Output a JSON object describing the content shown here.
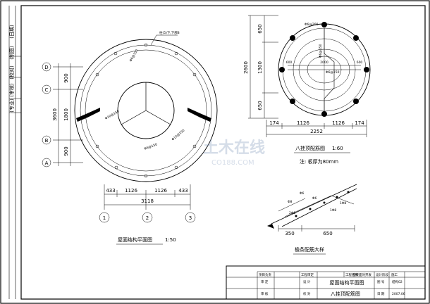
{
  "side_strip": [
    "(日期)",
    "(制图)",
    "(校对)",
    "(审核)",
    "(专业)"
  ],
  "plan": {
    "title": "屋面结构平面图",
    "scale": "1:50",
    "axes_row": [
      "D",
      "C",
      "B",
      "A"
    ],
    "axes_col": [
      "1",
      "2",
      "3"
    ],
    "left_dims": [
      "900",
      "1800",
      "3600",
      "900"
    ],
    "bottom_dims": [
      "433",
      "1126",
      "1126",
      "433"
    ],
    "bottom_total": "3118",
    "labels": [
      "Φ6@150",
      "Φ10@150",
      "Φ10@150",
      "Φ6@150"
    ],
    "callout": "柱(5)下,下部8"
  },
  "octagon": {
    "title": "八挂顶配筋图",
    "scale": "1:60",
    "note": "注: 板厚为80mm",
    "left_dims": [
      "650",
      "1300",
      "2600",
      "650"
    ],
    "top_labels": [
      "Φ6@200",
      "Φ6@150",
      "Φ6@150"
    ],
    "inner_dims": [
      "600",
      "2000",
      "600"
    ],
    "bottom_dims": [
      "174",
      "1126",
      "1126",
      "174"
    ],
    "bottom_total": "2252"
  },
  "detail": {
    "title": "檐条配筋大样",
    "dims": [
      "350",
      "650"
    ],
    "labels": [
      "Φ6",
      "Φ8",
      "Φ6",
      "1Φ8",
      "1Φ8",
      "2Φ8"
    ]
  },
  "title_block": {
    "r1": [
      "项目负责",
      "工程审定",
      "工程名称",
      "直接面对开发",
      "设计阶段",
      "施工"
    ],
    "r2": [
      "审 定",
      "设 计",
      "屋面结构平面图",
      "图 号",
      "结构02"
    ],
    "r3": [
      "审 核",
      "校 对",
      "八挂顶配筋图",
      "日 期",
      "2007.06"
    ]
  },
  "watermark": {
    "main": "土木在线",
    "sub": "CO188.COM"
  }
}
